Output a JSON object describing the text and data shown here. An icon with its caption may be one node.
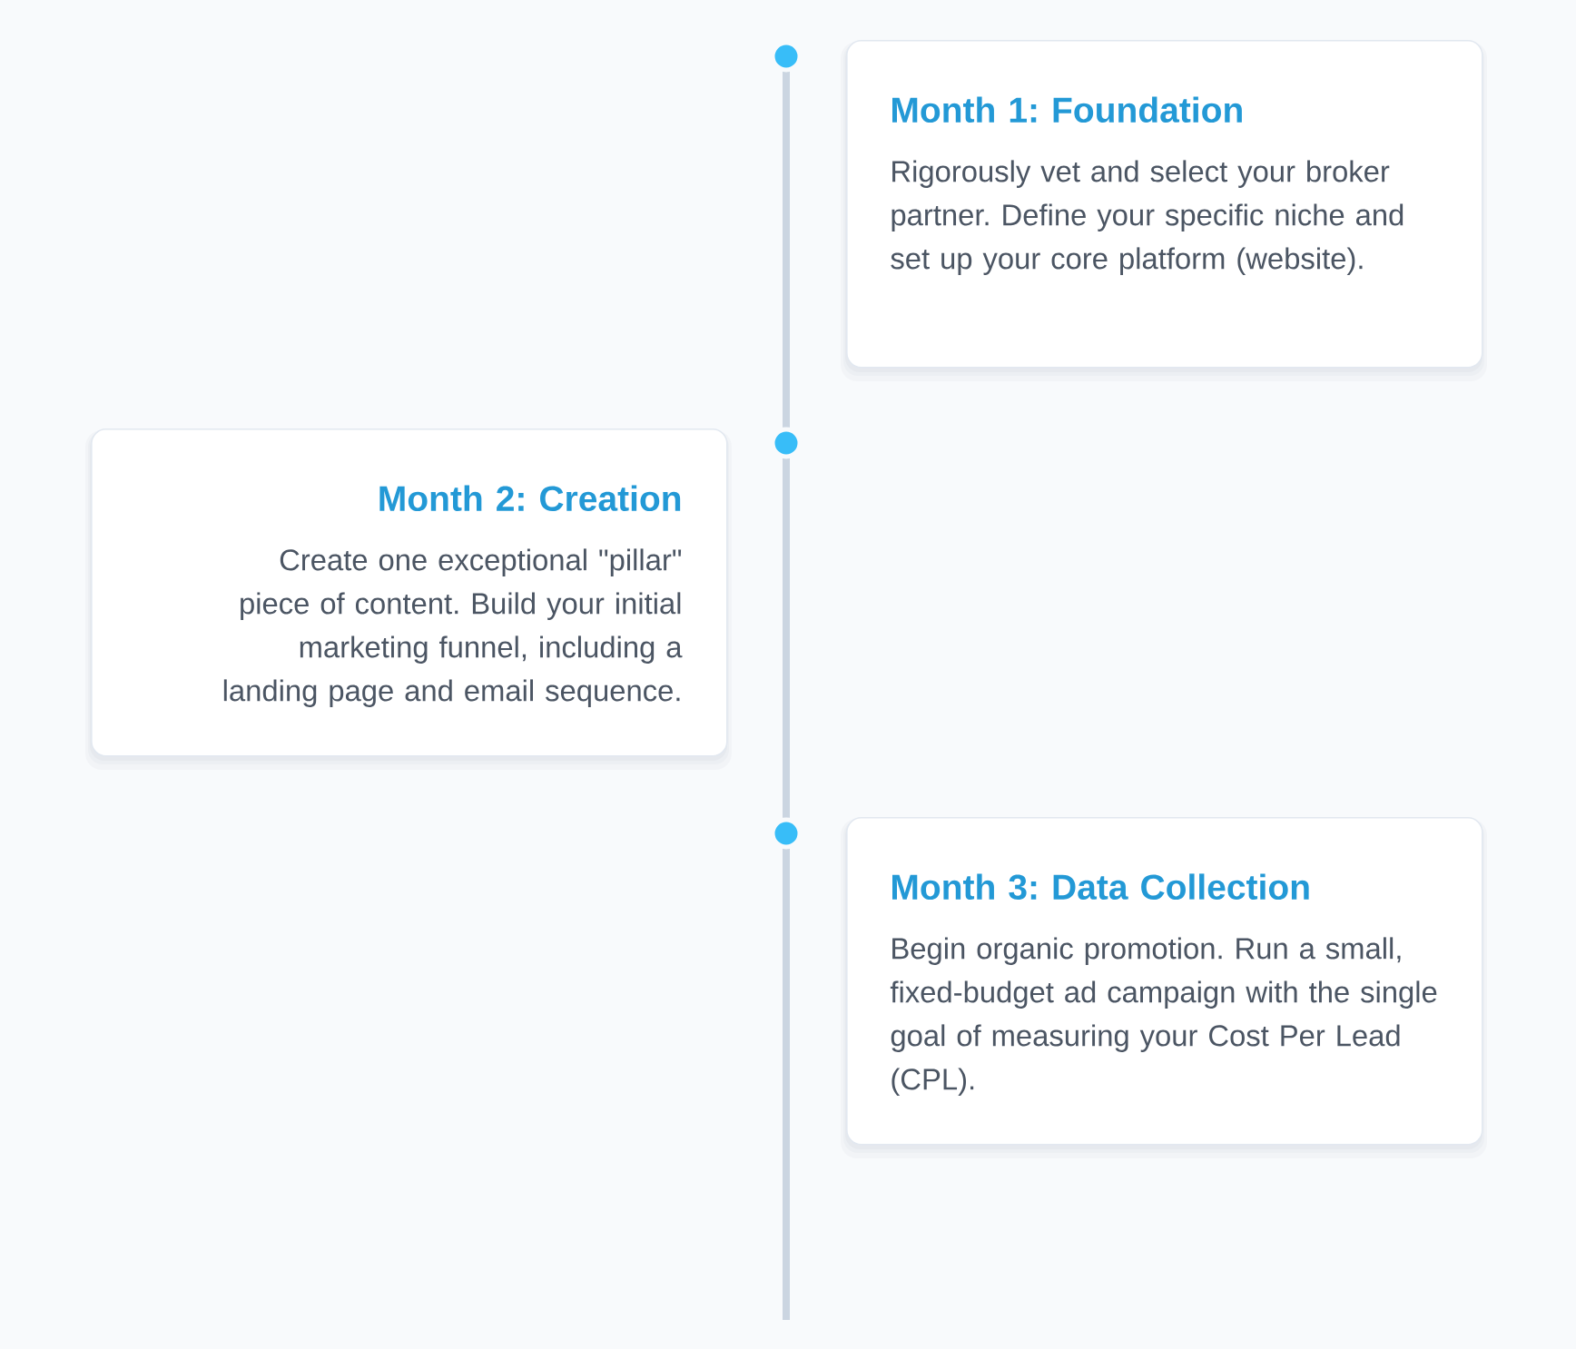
{
  "diagram": {
    "nodes": [
      {
        "text": [
          "Month 1: Foundation",
          "Rigorously vet and select your broker partner. Define your specific niche and set up your core platform (website)."
        ]
      },
      {
        "text": [
          "Month 2: Creation",
          "Create one exceptional \"pillar\" piece of content. Build your initial marketing funnel, including a landing page and email sequence."
        ]
      },
      {
        "text": [
          "Month 3: Data Collection",
          "Begin organic promotion. Run a small, fixed-budget ad campaign with the single goal of measuring your Cost Per Lead (CPL)."
        ]
      }
    ]
  }
}
